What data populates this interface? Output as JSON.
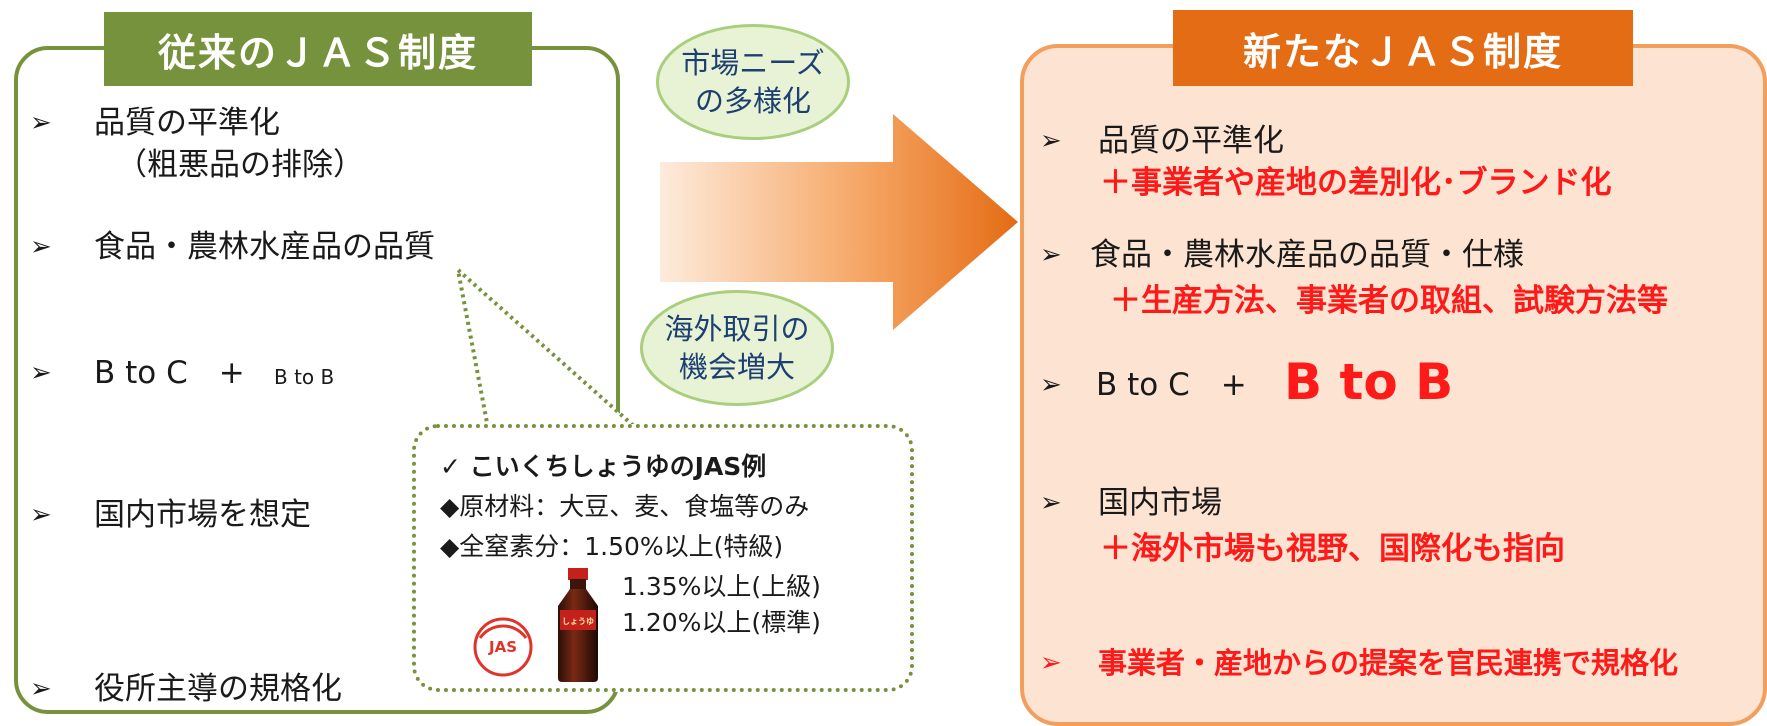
{
  "left": {
    "title": "従来のＪＡＳ制度",
    "items": [
      {
        "mark": "➢",
        "line1": "品質の平準化",
        "line2": "（粗悪品の排除）"
      },
      {
        "mark": "➢",
        "line1": "食品・農林水産品の品質"
      },
      {
        "mark": "➢",
        "main": "B to C　+",
        "small": "B to B"
      },
      {
        "mark": "➢",
        "line1": "国内市場を想定"
      },
      {
        "mark": "➢",
        "line1": "役所主導の規格化"
      }
    ]
  },
  "middle": {
    "oval_top": [
      "市場ニーズ",
      "の多様化"
    ],
    "oval_bottom": [
      "海外取引の",
      "機会増大"
    ]
  },
  "callout": {
    "heading": "✓ こいくちしょうゆのJAS例",
    "lines": [
      "◆原材料：大豆、麦、食塩等のみ",
      "◆全窒素分：1.50%以上(特級)",
      "1.35%以上(上級)",
      "1.20%以上(標準)"
    ],
    "jas_logo_text": "JAS",
    "bottle_label": "しょうゆ"
  },
  "right": {
    "title": "新たなＪＡＳ制度",
    "items": [
      {
        "mark": "➢",
        "line1": "品質の平準化",
        "addition": "＋事業者や産地の差別化･ブランド化"
      },
      {
        "mark": "➢",
        "line1": "食品・農林水産品の品質・仕様",
        "addition": "＋生産方法、事業者の取組、試験方法等"
      },
      {
        "mark": "➢",
        "main": "B to C　+",
        "big": "B to B"
      },
      {
        "mark": "➢",
        "line1": "国内市場",
        "addition": "＋海外市場も視野、国際化も指向"
      },
      {
        "mark": "➢",
        "line1": "事業者・産地からの提案を官民連携で規格化"
      }
    ]
  },
  "colors": {
    "green": "#77923c",
    "orange": "#e46c14",
    "orange_light": "#fde4d2",
    "red": "#ff1a1a",
    "oval_text": "#1d3f72"
  }
}
